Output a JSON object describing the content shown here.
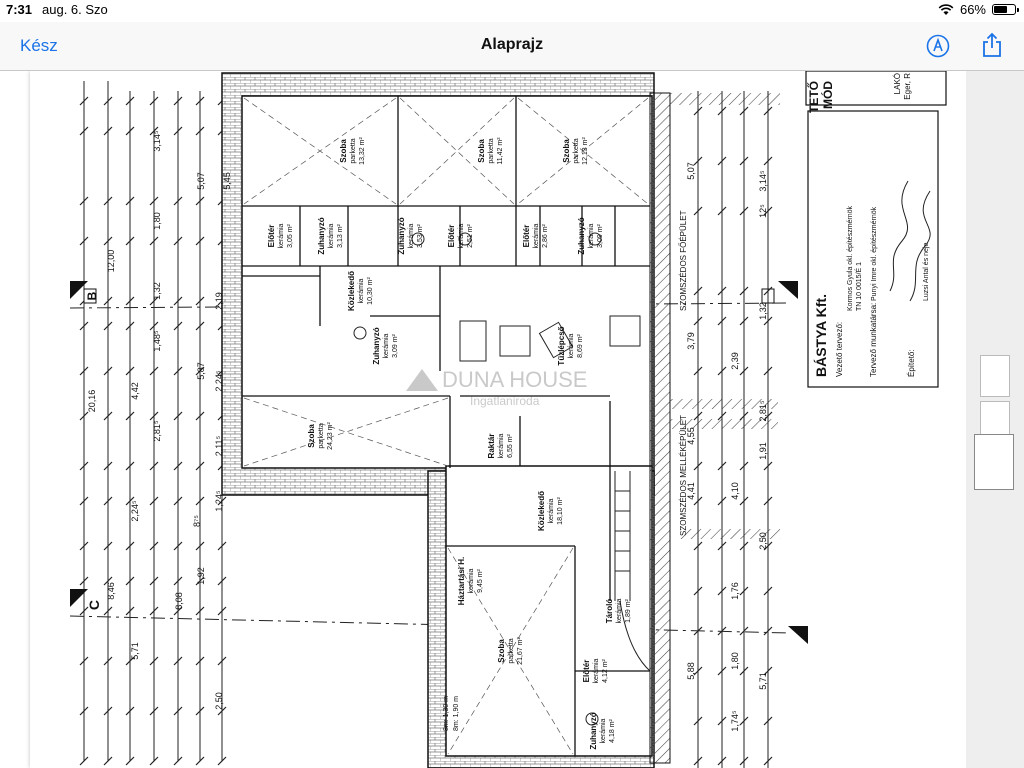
{
  "status": {
    "time": "7:31",
    "date": "aug. 6. Szo",
    "battery_percent": "66%",
    "battery_level": 0.66
  },
  "nav": {
    "done_label": "Kész",
    "title": "Alaprajz",
    "markup_icon": "markup-pen-icon",
    "share_icon": "share-icon"
  },
  "plan": {
    "company": "BÁSTYA Kft.",
    "lead_designer_label": "Vezető tervező:",
    "lead_designer_name": "Kormos Gyula okl. építészmérnök",
    "lead_designer_id": "TN 10 0015/É 1",
    "designer_label": "Tervező munkatársa:",
    "designer_name": "Punyi Imre okl. építészmérnök",
    "builder_label": "Építető:",
    "builder_name": "Luzsi Antal és neje",
    "header_partial": "TETŐ",
    "header_partial2": "MÓD",
    "header_partial3": "LAKÓ",
    "header_partial4": "Eger, R",
    "neighbor_main": "SZOMSZÉDOS FŐÉPÜLET",
    "neighbor_side": "SZOMSZÉDOS MELLÉKÉPÜLET",
    "watermark": "DUNA HOUSE",
    "watermark_sub": "Ingatlaniroda",
    "section_b": "B",
    "section_c": "C",
    "rooms": [
      {
        "name": "Szoba",
        "floor": "parketta",
        "area": "13,32 m²"
      },
      {
        "name": "Szoba",
        "floor": "parketta",
        "area": "11,42 m²"
      },
      {
        "name": "Szoba",
        "floor": "parketta",
        "area": "12,13 m²"
      },
      {
        "name": "Előtér",
        "floor": "kerámia",
        "area": "3,05 m²"
      },
      {
        "name": "Zuhanyzó",
        "floor": "kerámia",
        "area": "3,13 m²"
      },
      {
        "name": "Zuhanyzó",
        "floor": "kerámia",
        "area": "3,53 m²"
      },
      {
        "name": "Előtér",
        "floor": "kerámia",
        "area": "2,51 m²"
      },
      {
        "name": "Előtér",
        "floor": "kerámia",
        "area": "2,86 m²"
      },
      {
        "name": "Zuhanyzó",
        "floor": "kerámia",
        "area": "3,09 m²"
      },
      {
        "name": "Közlekedő",
        "floor": "kerámia",
        "area": "10,30 m²"
      },
      {
        "name": "Zuhanyzó",
        "floor": "kerámia",
        "area": "3,09 m²"
      },
      {
        "name": "Tűzlépcső",
        "floor": "kerámia",
        "area": "8,69 m²"
      },
      {
        "name": "Szoba",
        "floor": "parketta",
        "area": "24,23 m²"
      },
      {
        "name": "Raktár",
        "floor": "kerámia",
        "area": "6,55 m²"
      },
      {
        "name": "Közlekedő",
        "floor": "kerámia",
        "area": "18,10 m²"
      },
      {
        "name": "Háztartási H.",
        "floor": "kerámia",
        "area": "9,45 m²"
      },
      {
        "name": "Szoba",
        "floor": "parketta",
        "area": "21,67 m²"
      },
      {
        "name": "Előtér",
        "floor": "kerámia",
        "area": "4,12 m²"
      },
      {
        "name": "Zuhanyzó",
        "floor": "kerámia",
        "area": "4,18 m²"
      },
      {
        "name": "Tároló",
        "floor": "kerámia",
        "area": "1,89 m²"
      }
    ],
    "dims_left": [
      "20,16",
      "12,00",
      "8,46",
      "5,71",
      "4,42",
      "2,24⁵",
      "5,07",
      "5,87",
      "3,14⁵",
      "1,80",
      "1,32",
      "1,48⁵",
      "2,81⁵",
      "1,92",
      "8,08",
      "2,50",
      "2,19",
      "2,24⁵",
      "2,11⁵",
      "1,24⁵",
      "8⁷⁵",
      "5,45"
    ],
    "dims_right": [
      "5,07",
      "3,79",
      "4,55",
      "2,39",
      "4,41",
      "4,10",
      "2,50",
      "5,88",
      "1,80",
      "1,74⁵",
      "5,71",
      "3,14⁵",
      "1,32",
      "12⁵",
      "1,76",
      "1,91",
      "2,81⁵"
    ],
    "notes": [
      "8m: 1,30 m",
      "8m: 1,90 m"
    ]
  },
  "thumbnails": {
    "count": 3,
    "active_index": 2
  }
}
